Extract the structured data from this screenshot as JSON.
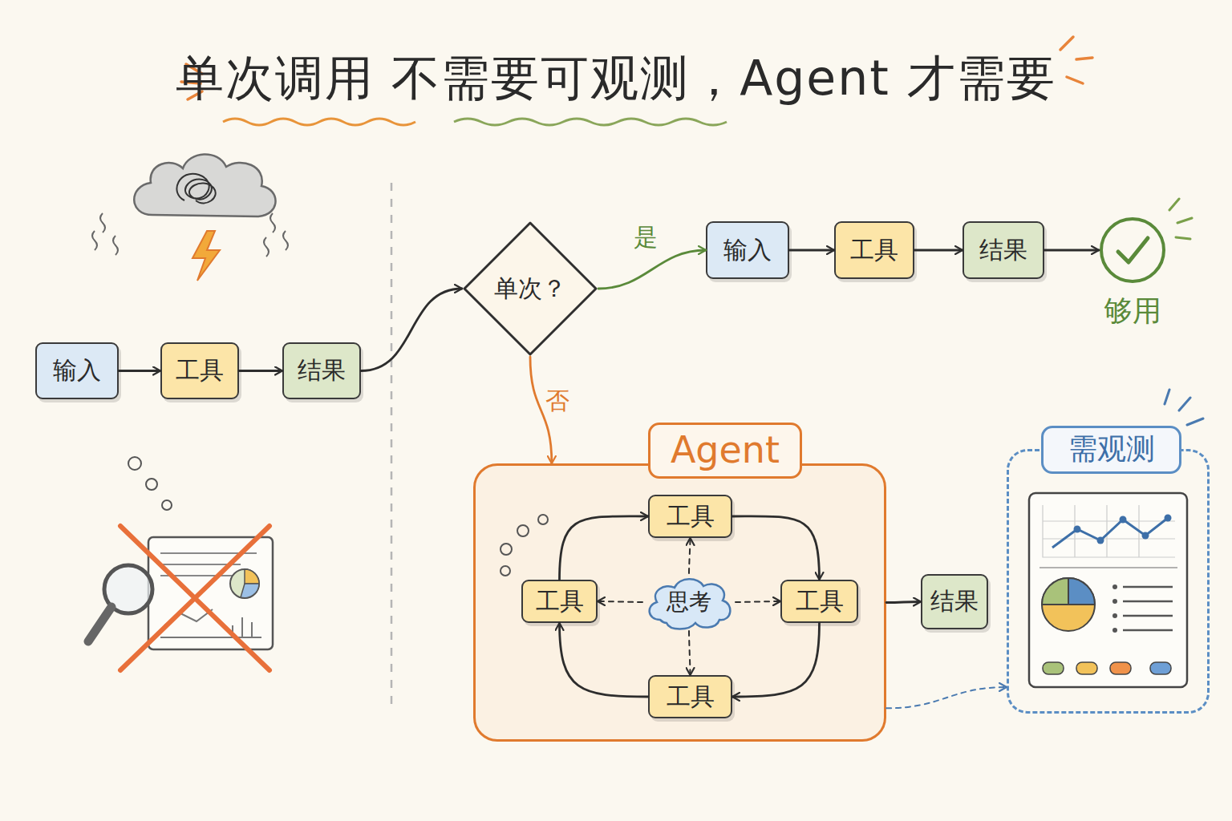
{
  "diagram": {
    "title": "单次调用 不需要可观测，Agent 才需要",
    "nodes": [
      {
        "text": [
          "输入"
        ]
      },
      {
        "text": [
          "工具"
        ]
      },
      {
        "text": [
          "结果"
        ]
      },
      {
        "text": [
          "单次？"
        ]
      },
      {
        "text": [
          "输入"
        ]
      },
      {
        "text": [
          "工具"
        ]
      },
      {
        "text": [
          "结果"
        ]
      },
      {
        "text": [
          "够用"
        ]
      },
      {
        "text": [
          "Agent"
        ]
      },
      {
        "text": [
          "工具"
        ],
        "in": 8
      },
      {
        "text": [
          "工具"
        ],
        "in": 8
      },
      {
        "text": [
          "思考"
        ],
        "in": 8
      },
      {
        "text": [
          "工具"
        ],
        "in": 8
      },
      {
        "text": [
          "工具"
        ],
        "in": 8
      },
      {
        "text": [
          "结果"
        ]
      },
      {
        "text": [
          "需观测"
        ]
      }
    ],
    "edges": [
      {
        "from": 0,
        "to": 1,
        "arrow": "to"
      },
      {
        "from": 1,
        "to": 2,
        "arrow": "to"
      },
      {
        "from": 2,
        "to": 3,
        "arrow": "to"
      },
      {
        "from": 3,
        "to": 4,
        "label": "是",
        "arrow": "to"
      },
      {
        "from": 4,
        "to": 5,
        "arrow": "to"
      },
      {
        "from": 5,
        "to": 6,
        "arrow": "to"
      },
      {
        "from": 6,
        "to": 7,
        "arrow": "to"
      },
      {
        "from": 3,
        "to": 8,
        "label": "否",
        "arrow": "to"
      },
      {
        "from": 9,
        "to": 12,
        "arrow": "to"
      },
      {
        "from": 12,
        "to": 13,
        "arrow": "to"
      },
      {
        "from": 13,
        "to": 10,
        "arrow": "to"
      },
      {
        "from": 10,
        "to": 9,
        "arrow": "to"
      },
      {
        "from": 11,
        "to": 9,
        "arrow": "to"
      },
      {
        "from": 11,
        "to": 10,
        "arrow": "to"
      },
      {
        "from": 11,
        "to": 12,
        "arrow": "to"
      },
      {
        "from": 11,
        "to": 13,
        "arrow": "to"
      },
      {
        "from": 8,
        "to": 14,
        "arrow": "to"
      },
      {
        "from": 8,
        "to": 15,
        "arrow": "to"
      }
    ]
  }
}
